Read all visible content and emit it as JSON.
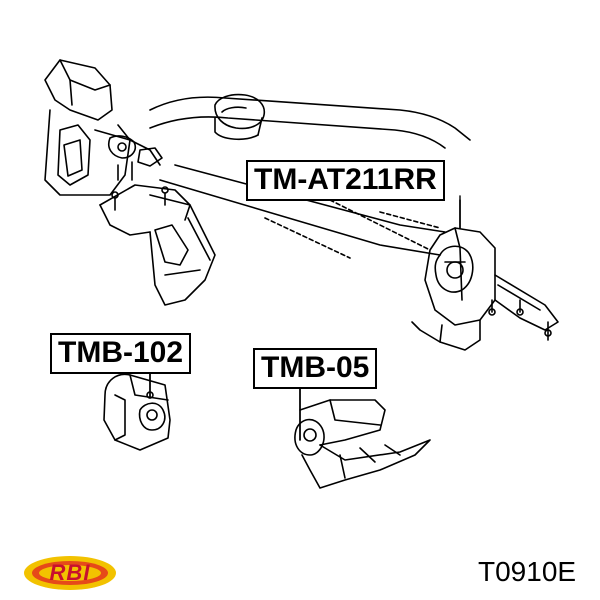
{
  "callouts": {
    "rear_mount": "TM-AT211RR",
    "left_mount": "TMB-102",
    "right_mount": "TMB-05"
  },
  "part_number": "T0910E",
  "logo": {
    "text": "RBI",
    "colors": {
      "outer": "#f2c200",
      "inner": "#e64a19",
      "text": "#c8102e"
    }
  },
  "colors": {
    "line": "#000000",
    "background": "#ffffff"
  }
}
